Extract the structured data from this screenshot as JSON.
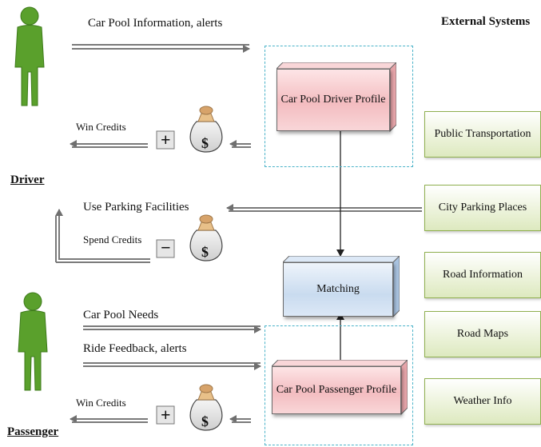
{
  "actors": {
    "driver": "Driver",
    "passenger": "Passenger"
  },
  "external_systems": {
    "title": "External Systems",
    "items": [
      "Public Transportation",
      "City Parking Places",
      "Road Information",
      "Road Maps",
      "Weather Info"
    ]
  },
  "boxes": {
    "driver_profile": "Car Pool Driver Profile",
    "matching": "Matching",
    "passenger_profile": "Car Pool Passenger Profile"
  },
  "labels": {
    "driver_info": "Car Pool Information, alerts",
    "driver_win_credits": "Win Credits",
    "use_parking": "Use Parking Facilities",
    "spend_credits": "Spend Credits",
    "car_pool_needs": "Car Pool Needs",
    "ride_feedback": "Ride Feedback, alerts",
    "passenger_win_credits": "Win Credits"
  },
  "symbols": {
    "plus": "+",
    "minus": "−",
    "currency": "$"
  },
  "colors": {
    "person_green": "#5aa02c",
    "dashed_border": "#4bb3c9",
    "profile_fill": "#f3bcc0",
    "matching_fill": "#c9dbef",
    "external_fill": "#e6efcf",
    "arrow": "#7a7a7a"
  }
}
